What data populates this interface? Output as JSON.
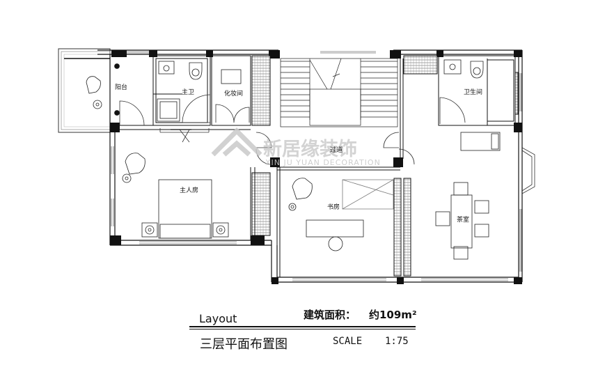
{
  "rooms": {
    "balcony": "阳台",
    "master_bath": "主卫",
    "dressing": "化妆间",
    "master_bedroom": "主人房",
    "corridor": "过道",
    "study": "书房",
    "bathroom": "卫生间",
    "tea_room": "茶室"
  },
  "watermark": {
    "brand": "新居缘装饰",
    "romanized": "XIN JU YUAN DECORATION"
  },
  "caption": {
    "layout": "Layout",
    "area_label": "建筑面积：",
    "area_value": "约109m²",
    "plan_title": "三层平面布置图",
    "scale_label": "SCALE",
    "scale_value": "1:75"
  }
}
